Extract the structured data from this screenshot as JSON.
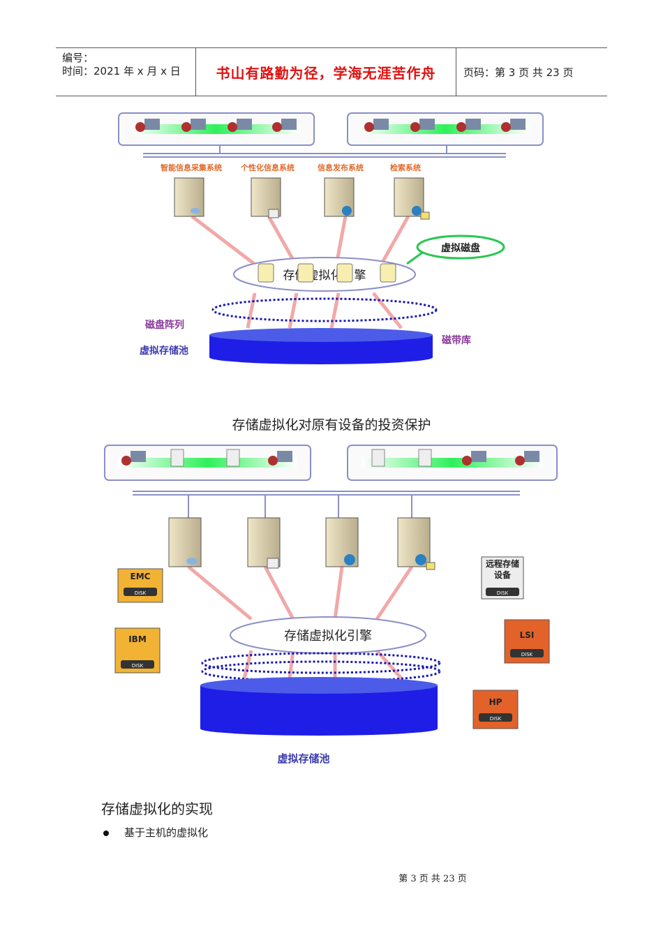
{
  "header": {
    "code_label": "编号：",
    "time_label": "时间：2021 年 x 月 x 日",
    "motto": "书山有路勤为径，学海无涯苦作舟",
    "page_info": "页码：第 3 页  共 23 页"
  },
  "figure1": {
    "systems": [
      "智能信息采集系统",
      "个性化信息系统",
      "信息发布系统",
      "检索系统"
    ],
    "virtual_disk": "虚拟磁盘",
    "engine": "存储虚拟化引擎",
    "disk_array": "磁盘阵列",
    "tape_library": "磁带库",
    "pool": "虚拟存储池"
  },
  "caption1": "存储虚拟化对原有设备的投资保护",
  "figure2": {
    "engine": "存储虚拟化引擎",
    "pool": "虚拟存储池",
    "remote": [
      "远程存储",
      "设备"
    ],
    "disk_word": "DISK",
    "vendors": [
      {
        "name": "EMC",
        "color": "#f2b233"
      },
      {
        "name": "IBM",
        "color": "#f2b233"
      },
      {
        "name": "LSI",
        "color": "#e2622a"
      },
      {
        "name": "HP",
        "color": "#e2622a"
      }
    ]
  },
  "section_title": "存储虚拟化的实现",
  "bullet": "基于主机的虚拟化",
  "footer": "第 3 页 共 23 页",
  "colors": {
    "motto": "#e01010",
    "pool": "#1e1ee6",
    "link": "#f0a0a0",
    "label": "#e06a2a"
  }
}
